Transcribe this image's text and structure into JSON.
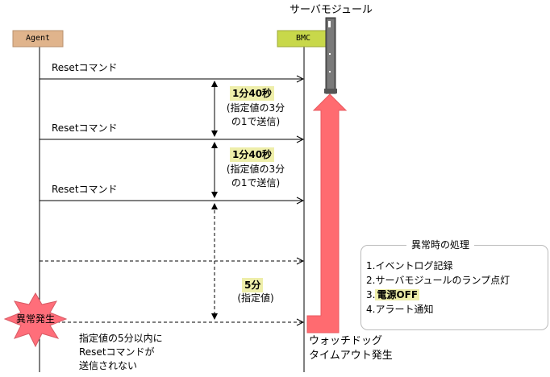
{
  "participants": {
    "agent": "Agent",
    "bmc": "BMC",
    "server_module": "サーバモジュール"
  },
  "messages": [
    "Resetコマンド",
    "Resetコマンド",
    "Resetコマンド"
  ],
  "intervals": [
    {
      "time": "1分40秒",
      "note_line1": "(指定値の3分",
      "note_line2": "の1で送信)"
    },
    {
      "time": "1分40秒",
      "note_line1": "(指定値の3分",
      "note_line2": "の1で送信)"
    },
    {
      "time": "5分",
      "note_line1": "(指定値)"
    }
  ],
  "failure": {
    "burst_label": "異常発生",
    "note_line1": "指定値の5分以内に",
    "note_line2": "Resetコマンドが",
    "note_line3": "送信されない"
  },
  "watchdog": {
    "line1": "ウォッチドッグ",
    "line2": "タイムアウト発生"
  },
  "legend": {
    "title": "異常時の処理",
    "items": [
      {
        "num": "1.",
        "text": "イベントログ記録"
      },
      {
        "num": "2.",
        "text": "サーバモジュールのランプ点灯"
      },
      {
        "num": "3.",
        "text": "電源OFF"
      },
      {
        "num": "4.",
        "text": "アラート通知"
      }
    ]
  },
  "colors": {
    "agent_box": "#e0b48c",
    "bmc_box": "#c8d84a",
    "highlight": "#eeeeaa",
    "burst": "#ff6e7a",
    "arrow": "#ff6b70",
    "module": "#666666"
  }
}
